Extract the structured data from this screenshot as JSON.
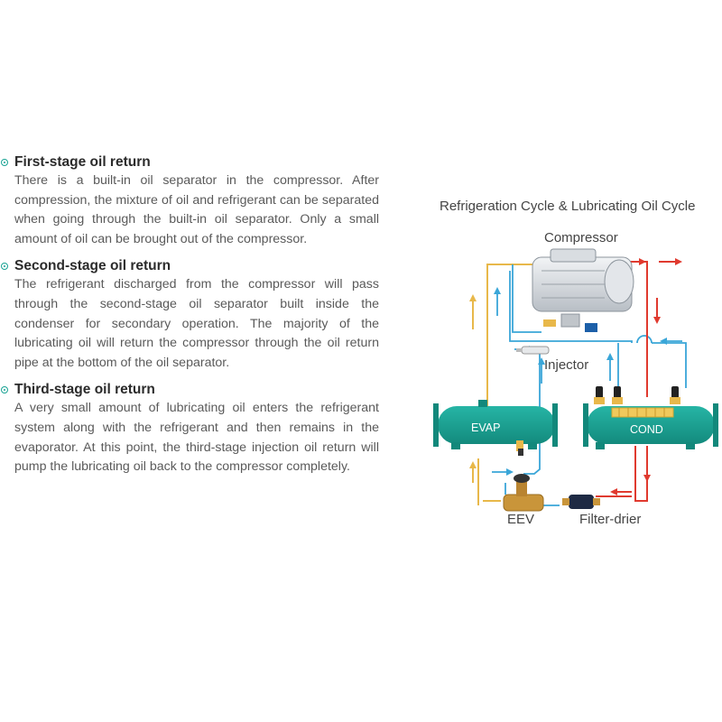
{
  "sections": [
    {
      "title": "First-stage oil return",
      "body": "There is a built-in oil separator in the compressor. After compression, the mixture of oil and refrigerant can be separated when going through the built-in oil separator. Only a small amount of oil can be brought out of the compressor."
    },
    {
      "title": "Second-stage oil return",
      "body": "The refrigerant discharged from the compressor will pass through the second-stage oil separator built inside the condenser for secondary operation. The majority of the lubricating oil will return the compressor through the oil return pipe at the bottom of the oil separator."
    },
    {
      "title": "Third-stage oil return",
      "body": "A very small amount of lubricating oil enters the refrigerant system along with the refrigerant and then remains in the evaporator. At this point, the third-stage injection oil return will pump the lubricating oil back to the compressor completely."
    }
  ],
  "diagram": {
    "title": "Refrigeration Cycle & Lubricating Oil Cycle",
    "compressor_label": "Compressor",
    "injector_label": "Injector",
    "evap_label": "EVAP",
    "cond_label": "COND",
    "eev_label": "EEV",
    "filter_label": "Filter-drier",
    "colors": {
      "vessel": "#1aa394",
      "vessel_dark": "#12887b",
      "refrigerant_hot": "#e03a2f",
      "oil_line": "#e8b84a",
      "cold_line": "#3aa6d8"
    }
  }
}
